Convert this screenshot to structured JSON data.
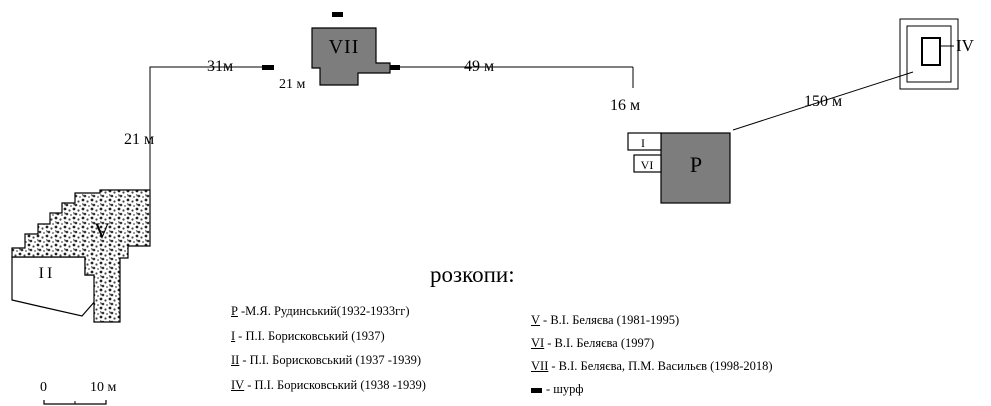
{
  "distances": {
    "d_31": "31м",
    "d_21_top": "21 м",
    "d_21_left": "21 м",
    "d_49": "49 м",
    "d_16": "16 м",
    "d_150": "150 м"
  },
  "sites": {
    "vii": "VII",
    "v": "V",
    "ii": "II",
    "i": "I",
    "vi": "VI",
    "p": "Р",
    "iv": "IV"
  },
  "legend": {
    "title": "розкопи:",
    "items": [
      {
        "sym": "Р",
        "text": "-М.Я. Рудинський(1932-1933гг)"
      },
      {
        "sym": "I",
        "text": "- П.І. Борисковський (1937)"
      },
      {
        "sym": "II",
        "text": "- П.І. Борисковський (1937 -1939)"
      },
      {
        "sym": "IV",
        "text": "- П.І. Борисковський (1938 -1939)"
      },
      {
        "sym": "V",
        "text": "-    В.І. Беляєва  (1981-1995)"
      },
      {
        "sym": "VI",
        "text": "-    В.І. Беляєва  (1997)"
      },
      {
        "sym": "VII",
        "text": "- В.І. Беляєва, П.М. Васильєв (1998-2018)"
      },
      {
        "sym": "",
        "text": "- шурф"
      }
    ]
  },
  "scale": {
    "zero": "0",
    "ten": "10 м"
  },
  "colors": {
    "excavation_fill": "#7d7d7d",
    "line": "#000000"
  }
}
